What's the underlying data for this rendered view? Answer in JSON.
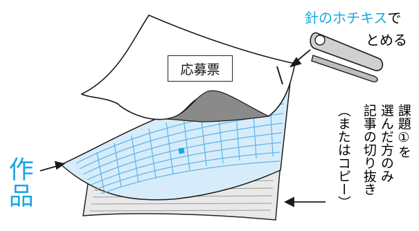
{
  "labels": {
    "stapler_line1_accent": "針のホチキス",
    "stapler_line1_rest": "で",
    "stapler_line2": "とめる",
    "entry_form": "応募票",
    "work": "作品",
    "assignment_col1": "課題①を",
    "assignment_col2": "選んだ方のみ",
    "assignment_col3": "記事の切り抜き",
    "assignment_col4": "（またはコピー）"
  },
  "colors": {
    "accent": "#1aa7e1",
    "grid_paper": "#d6ecfa",
    "grid_line": "#5fb4e6",
    "news_paper": "#e9e9e9",
    "outline": "#1a1a1a"
  }
}
